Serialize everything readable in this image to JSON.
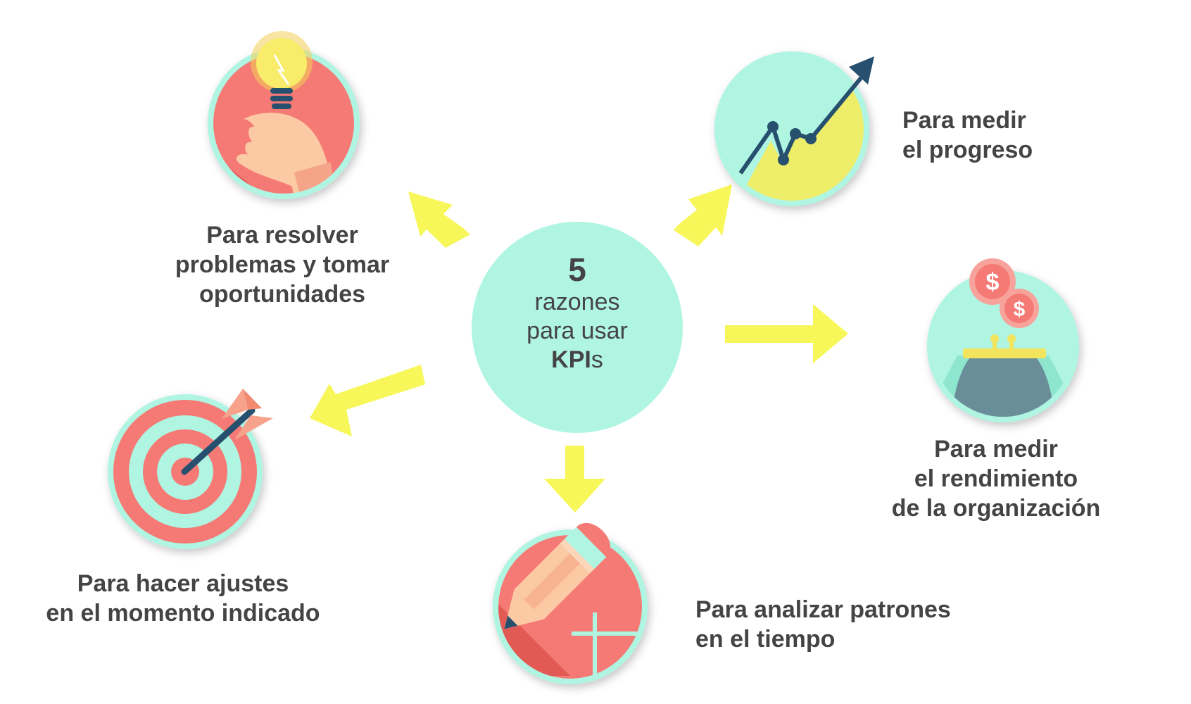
{
  "colors": {
    "text": "#444444",
    "arrow": "#f7f75a",
    "mint": "#aff5e2",
    "coral": "#f57a75",
    "dark_coral": "#e35a55",
    "yellow": "#eded6a",
    "navy": "#27506e",
    "slate": "#6a8d9a",
    "skin": "#fbc9a4",
    "gold": "#f2e45c"
  },
  "center": {
    "number": "5",
    "line1": "razones",
    "line2": "para usar",
    "kpi": "KPI",
    "kpi_suffix": "s"
  },
  "reasons": {
    "problems": {
      "lines": [
        "Para resolver",
        "problemas y tomar",
        "oportunidades"
      ],
      "icon": "lightbulb-icon"
    },
    "progress": {
      "lines": [
        "Para medir",
        "el progreso"
      ],
      "icon": "trend-chart-icon"
    },
    "performance": {
      "lines": [
        "Para medir",
        "el rendimiento",
        "de la organización"
      ],
      "icon": "wallet-coins-icon"
    },
    "patterns": {
      "lines": [
        "Para analizar patrones",
        "en el tiempo"
      ],
      "icon": "pencil-icon"
    },
    "adjustments": {
      "lines": [
        "Para hacer ajustes",
        "en el momento indicado"
      ],
      "icon": "target-icon"
    }
  }
}
